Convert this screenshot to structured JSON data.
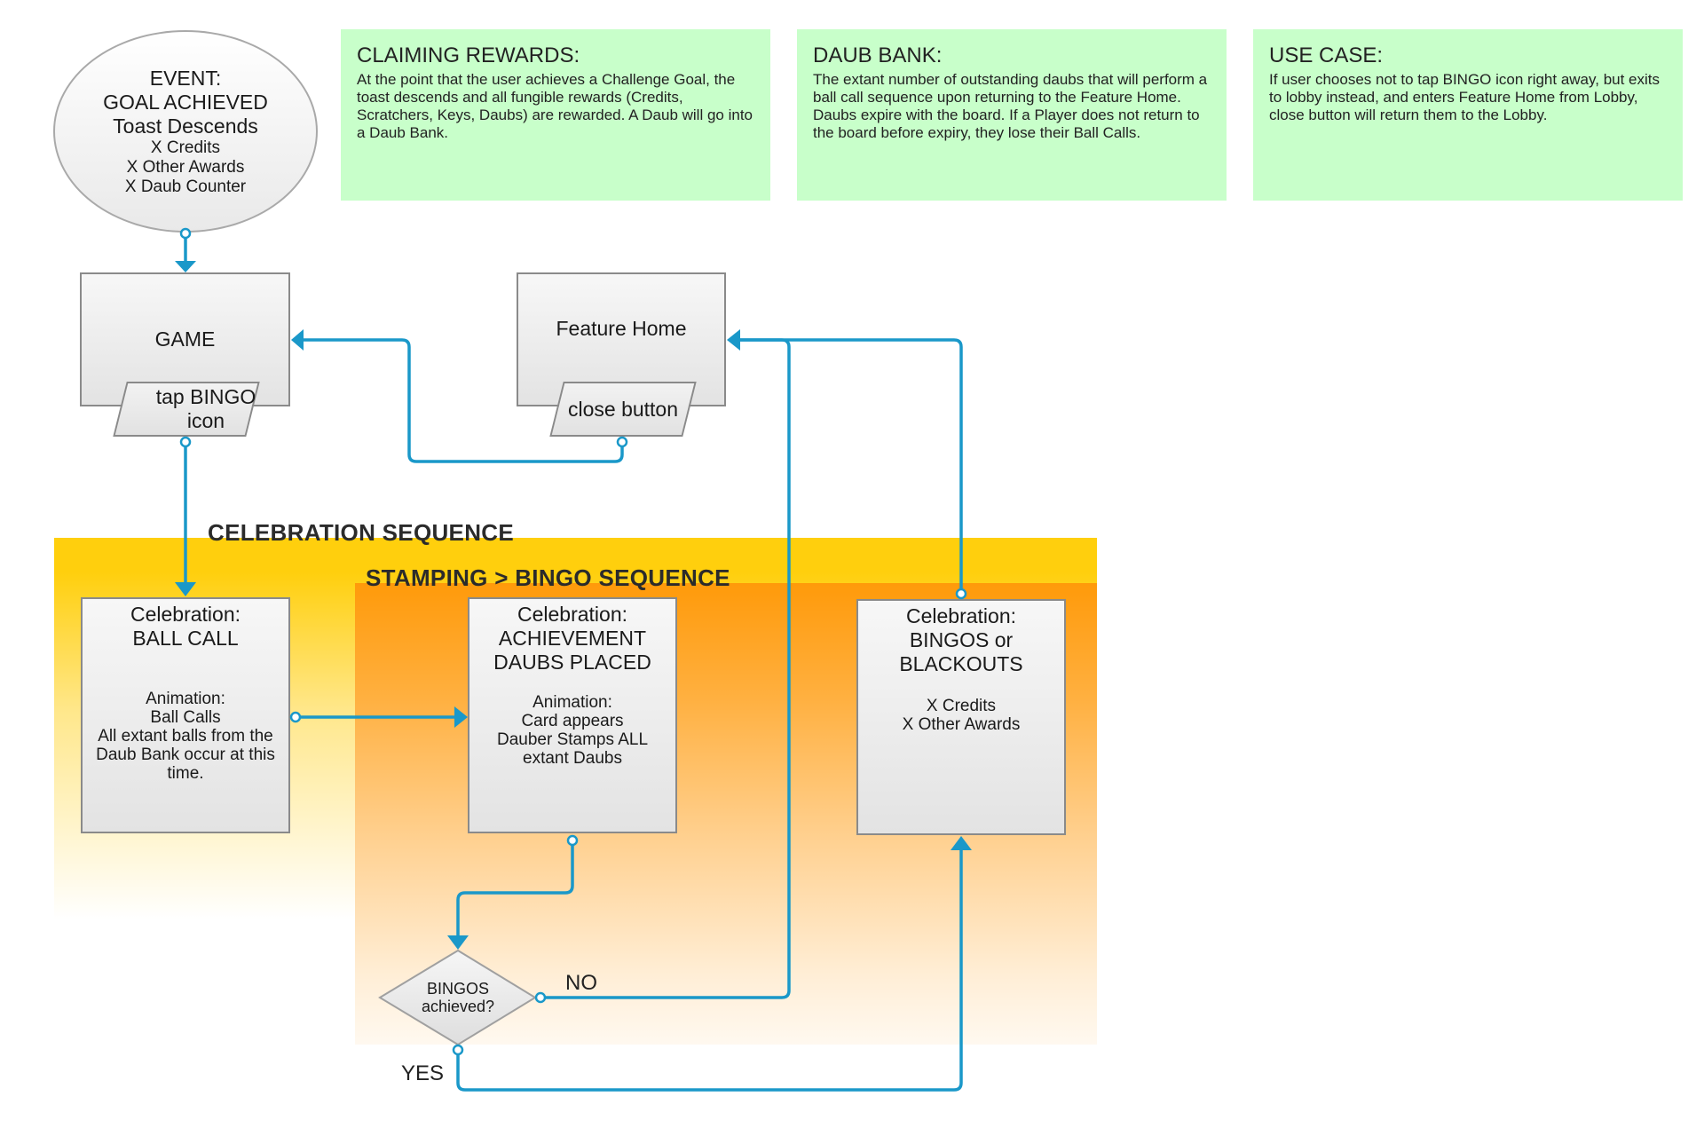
{
  "lanes": {
    "celebration": "CELEBRATION SEQUENCE",
    "stamping": "STAMPING > BINGO SEQUENCE"
  },
  "event": {
    "line1": "EVENT:",
    "line2": "GOAL ACHIEVED",
    "line3": "Toast Descends",
    "line4": "X Credits",
    "line5": "X Other Awards",
    "line6": "X Daub Counter"
  },
  "notes": [
    {
      "title": "CLAIMING REWARDS:",
      "body": "At the point that the user achieves a Challenge Goal, the toast descends and all fungible rewards (Credits, Scratchers, Keys, Daubs) are rewarded. A Daub will go into a Daub Bank."
    },
    {
      "title": "DAUB BANK:",
      "body": "The extant number of outstanding daubs that will perform a ball call sequence upon returning to the Feature Home. Daubs expire with the board. If a Player does not return to the board before expiry, they lose their Ball Calls."
    },
    {
      "title": "USE CASE:",
      "body": "If user chooses not to tap BINGO icon right away, but exits to lobby instead, and enters Feature Home from Lobby, close button will return them to the Lobby."
    }
  ],
  "game": {
    "title": "GAME",
    "action": "tap BINGO icon"
  },
  "feature_home": {
    "title": "Feature Home",
    "action": "close button"
  },
  "ball_call": {
    "title1": "Celebration:",
    "title2": "BALL CALL",
    "text1": "Animation:",
    "text2": "Ball Calls",
    "text3": "All extant balls from the Daub Bank occur at this time."
  },
  "achievement": {
    "title1": "Celebration:",
    "title2": "ACHIEVEMENT",
    "title3": "DAUBS PLACED",
    "text1": "Animation:",
    "text2": "Card appears",
    "text3": "Dauber Stamps ALL extant Daubs"
  },
  "bingos": {
    "title1": "Celebration:",
    "title2": "BINGOS or",
    "title3": "BLACKOUTS",
    "text1": "X Credits",
    "text2": "X Other Awards"
  },
  "decision": {
    "line1": "BINGOS",
    "line2": "achieved?"
  },
  "edges": {
    "no": "NO",
    "yes": "YES"
  },
  "colors": {
    "connector": "#1a98c9",
    "note_bg": "#c8ffca",
    "lane_celebration": "#ffcf0d",
    "lane_stamping": "#ff9a0a"
  }
}
